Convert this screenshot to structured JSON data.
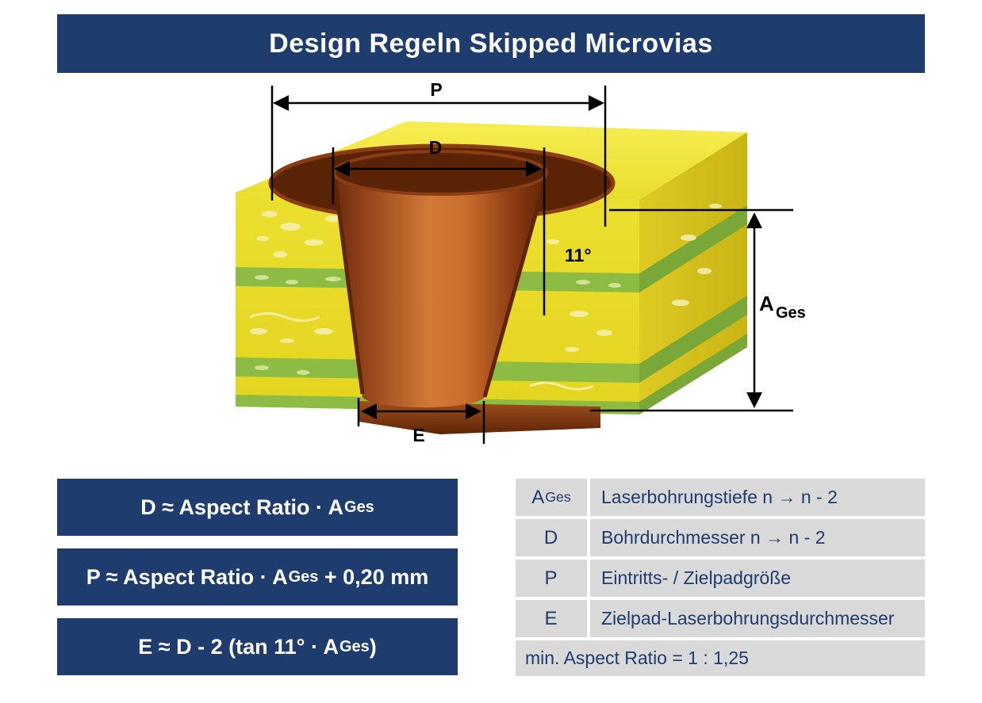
{
  "header": {
    "title": "Design Regeln Skipped Microvias"
  },
  "diagram": {
    "p": "P",
    "d": "D",
    "e": "E",
    "angle": "11°",
    "a": "A",
    "a_sub": "Ges"
  },
  "formulas": [
    {
      "pre": "D ≈ Aspect Ratio · A",
      "sub": "Ges",
      "post": ""
    },
    {
      "pre": "P ≈ Aspect Ratio · A",
      "sub": "Ges",
      "post": " + 0,20 mm"
    },
    {
      "pre": "E ≈ D - 2 (tan 11° · A",
      "sub": "Ges",
      "post": ")"
    }
  ],
  "table": {
    "rows": [
      {
        "sym": "A",
        "sub": "Ges",
        "desc": "Laserbohrungstiefe n → n - 2"
      },
      {
        "sym": "D",
        "sub": "",
        "desc": "Bohrdurchmesser n → n - 2"
      },
      {
        "sym": "P",
        "sub": "",
        "desc": "Eintritts- / Zielpadgröße"
      },
      {
        "sym": "E",
        "sub": "",
        "desc": "Zielpad-Laserbohrungsdurchmesser"
      }
    ],
    "footer": "min. Aspect Ratio = 1 : 1,25"
  },
  "colors": {
    "navy": "#1e3c6e",
    "gray": "#d9d9d9",
    "board_yellow": "#eadd2a",
    "layer_green": "#8cbc43",
    "copper": "#a8511c"
  }
}
